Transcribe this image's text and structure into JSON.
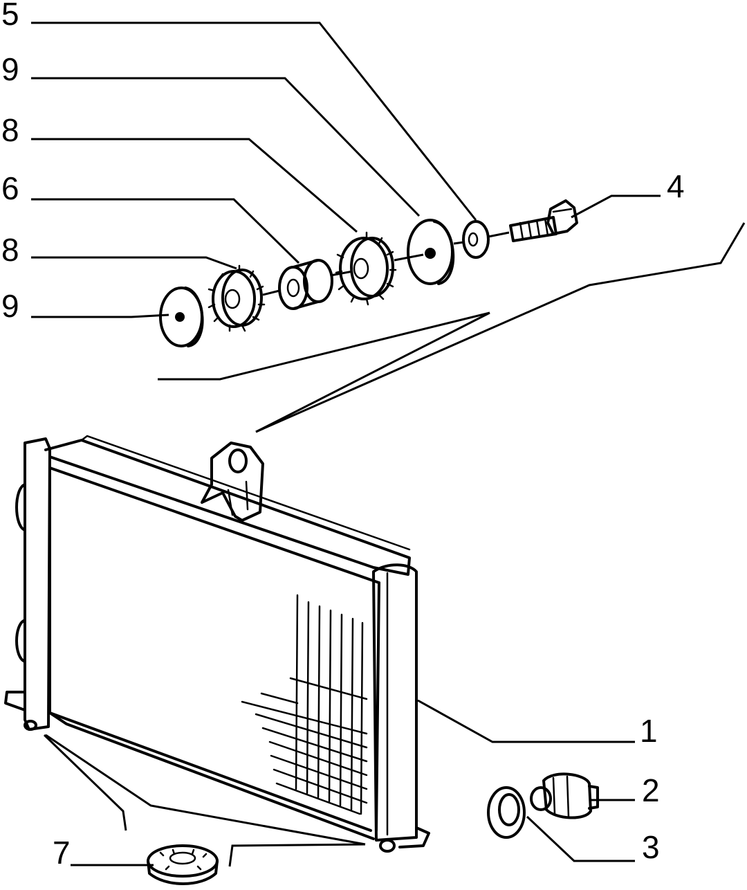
{
  "diagram": {
    "type": "exploded-parts-view",
    "subject": "radiator",
    "callouts": {
      "c5": "5",
      "c9_top": "9",
      "c8_top": "8",
      "c6": "6",
      "c8_mid": "8",
      "c9_bottom": "9",
      "c4": "4",
      "c1": "1",
      "c2": "2",
      "c3": "3",
      "c7": "7"
    }
  }
}
